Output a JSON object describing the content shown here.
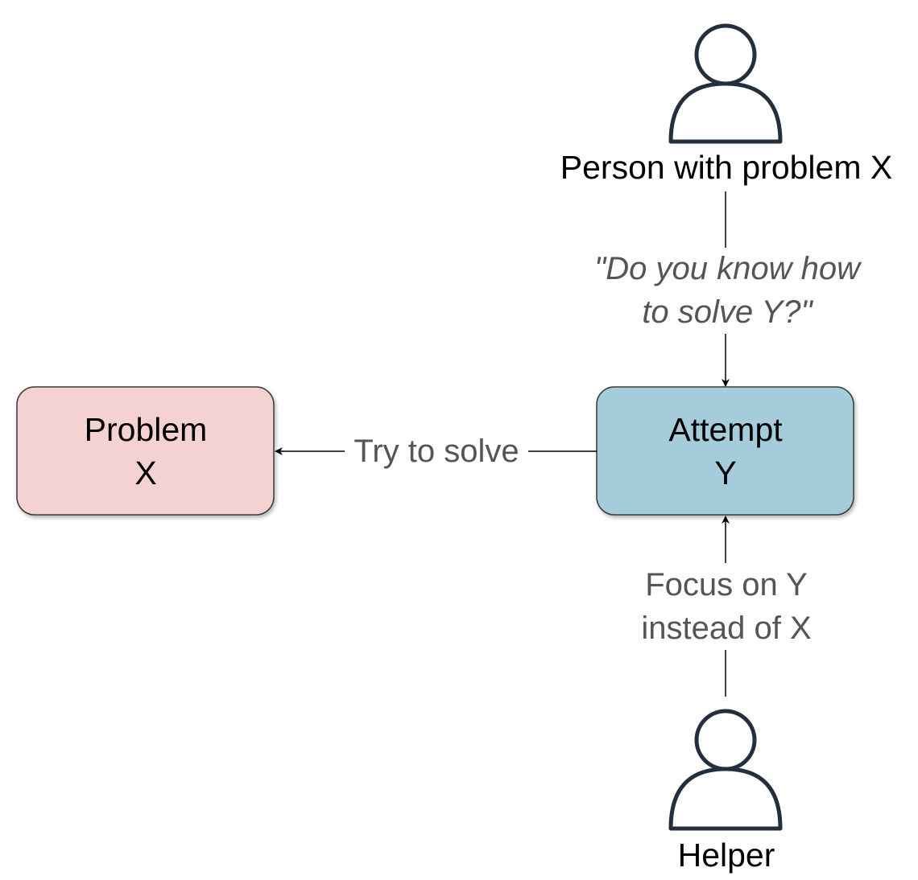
{
  "nodes": {
    "person": {
      "label": "Person with problem X",
      "icon": "user-icon"
    },
    "helper": {
      "label": "Helper",
      "icon": "user-icon"
    },
    "problem": {
      "line1": "Problem",
      "line2": "X",
      "fill": "#F4D2D2"
    },
    "attempt": {
      "line1": "Attempt",
      "line2": "Y",
      "fill": "#A5CCDA"
    }
  },
  "edges": {
    "question": {
      "line1": "\"Do you know how",
      "line2": "to solve Y?\""
    },
    "try": {
      "label": "Try to solve"
    },
    "focus": {
      "line1": "Focus on Y",
      "line2": "instead of X"
    }
  },
  "colors": {
    "icon_stroke": "#232F3E",
    "box_stroke": "#3A3A3A",
    "edge_label": "#555555",
    "line": "#000000"
  }
}
